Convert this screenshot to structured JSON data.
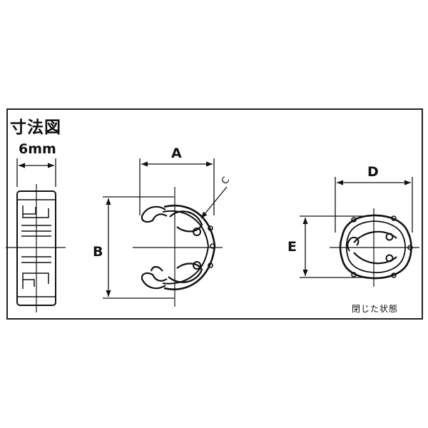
{
  "figure": {
    "title": "寸法図",
    "caption_closed": "閉じた状態",
    "dimensions": {
      "width_6mm": "6mm",
      "a": "A",
      "b": "B",
      "c": "C",
      "d": "D",
      "e": "E"
    }
  }
}
